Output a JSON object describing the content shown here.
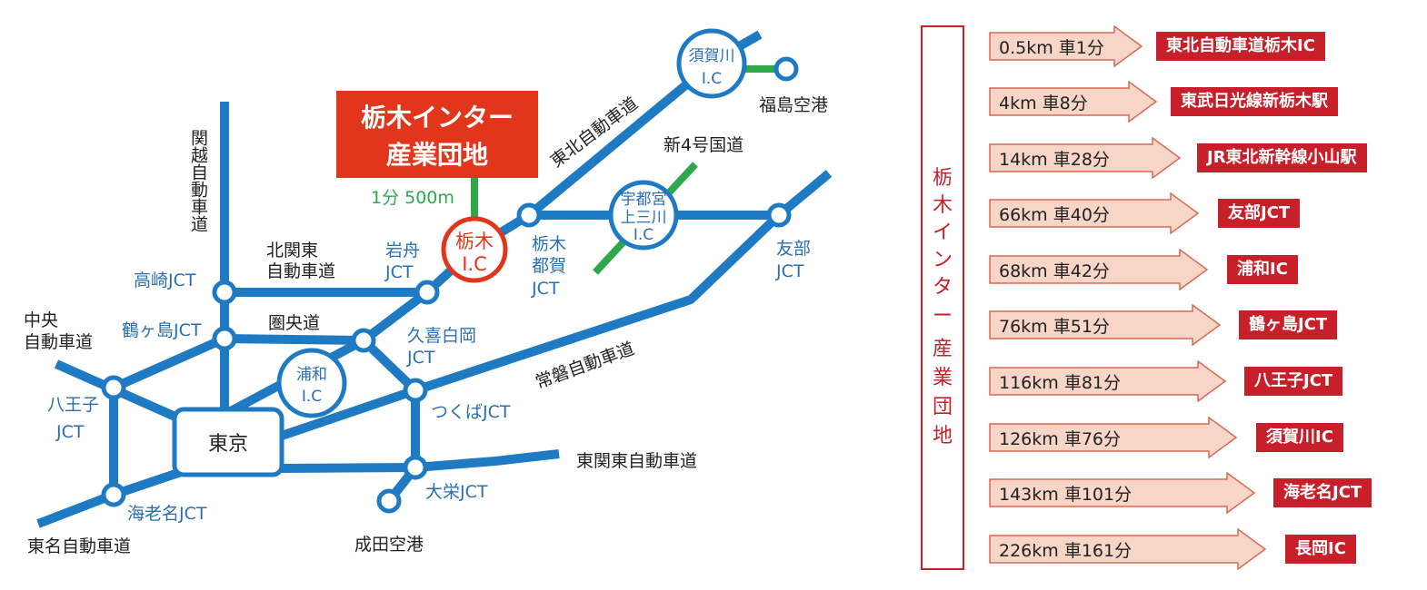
{
  "map": {
    "site_title_line1": "栃木インター",
    "site_title_line2": "産業団地",
    "site_time": "1分 500m",
    "ic_tochigi_line1": "栃木",
    "ic_tochigi_line2": "I.C",
    "sukagawa_line1": "須賀川",
    "sukagawa_line2": "I.C",
    "fukushima_airport": "福島空港",
    "tohoku_expwy": "東北自動車道",
    "new_route4": "新4号国道",
    "utsunomiya_line1": "宇都宮",
    "utsunomiya_line2": "上三川",
    "utsunomiya_line3": "I.C",
    "kanetsu_expwy": "関越自動車道",
    "kitakanto_line1": "北関東",
    "kitakanto_line2": "自動車道",
    "iwafune_line1": "岩舟",
    "iwafune_line2": "JCT",
    "tochigitsuga_line1": "栃木",
    "tochigitsuga_line2": "都賀",
    "tochigitsuga_line3": "JCT",
    "tomobe_line1": "友部",
    "tomobe_line2": "JCT",
    "takasaki_jct": "高崎JCT",
    "tsurugashima_jct": "鶴ヶ島JCT",
    "ken_o_do": "圏央道",
    "kuki_line1": "久喜白岡",
    "kuki_line2": "JCT",
    "chuo_line1": "中央",
    "chuo_line2": "自動車道",
    "hachioji_line1": "八王子",
    "hachioji_line2": "JCT",
    "urawa_line1": "浦和",
    "urawa_line2": "I.C",
    "joban_expwy": "常磐自動車道",
    "tsukuba_jct": "つくばJCT",
    "tokyo": "東京",
    "higashikanto_expwy": "東関東自動車道",
    "ebina_jct": "海老名JCT",
    "oei_jct": "大栄JCT",
    "tomei_expwy": "東名自動車道",
    "narita_airport": "成田空港"
  },
  "panel": {
    "vertical_title": [
      "栃",
      "木",
      "イ",
      "ン",
      "タ",
      "ー",
      "産",
      "業",
      "団",
      "地"
    ],
    "rows": [
      {
        "distance": "0.5km 車1分",
        "destination": "東北自動車道栃木IC"
      },
      {
        "distance": "4km 車8分",
        "destination": "東武日光線新栃木駅"
      },
      {
        "distance": "14km 車28分",
        "destination": "JR東北新幹線小山駅"
      },
      {
        "distance": "66km 車40分",
        "destination": "友部JCT"
      },
      {
        "distance": "68km 車42分",
        "destination": "浦和IC"
      },
      {
        "distance": "76km 車51分",
        "destination": "鶴ヶ島JCT"
      },
      {
        "distance": "116km 車81分",
        "destination": "八王子JCT"
      },
      {
        "distance": "126km 車76分",
        "destination": "須賀川IC"
      },
      {
        "distance": "143km 車101分",
        "destination": "海老名JCT"
      },
      {
        "distance": "226km 車161分",
        "destination": "長岡IC"
      }
    ]
  },
  "colors": {
    "road_blue": "#1f7ac4",
    "label_blue": "#2a6fb0",
    "accent_red": "#c8202a",
    "site_red": "#e2361c",
    "route_green": "#2ea84a",
    "arrow_fill": "#f7d5c7",
    "arrow_stroke": "#d86a54"
  }
}
